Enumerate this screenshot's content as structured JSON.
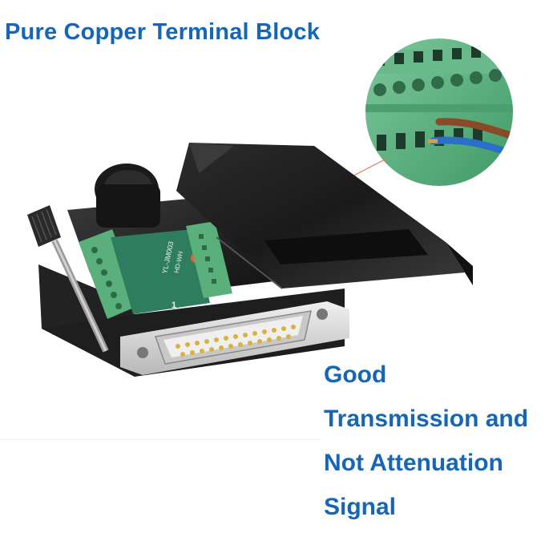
{
  "title": "Pure Copper Terminal Block",
  "caption_lines": [
    "Good",
    "Transmission and",
    "Not Attenuation",
    "Signal"
  ],
  "pcb_labels": {
    "model": "YL-JM003",
    "hd_label": "HD-WH",
    "pin_marker": "1"
  },
  "colors": {
    "title_blue": "#1565b8",
    "terminal_green": "#5ab07a",
    "pcb_green": "#2e7d5e",
    "housing_black": "#1c1c1c",
    "pin_gold": "#d8b23a",
    "callout_line": "#e07a55"
  }
}
